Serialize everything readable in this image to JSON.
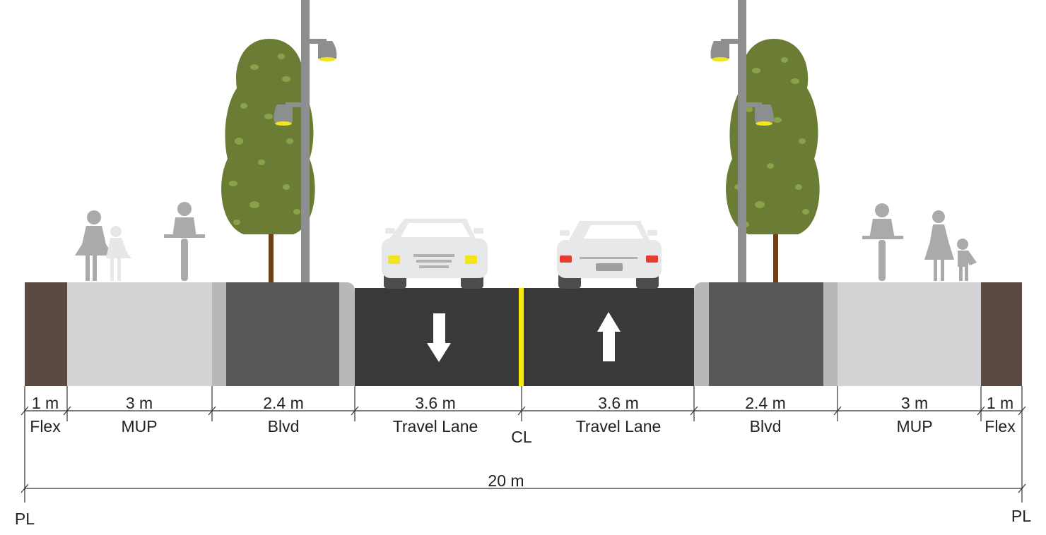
{
  "colors": {
    "flex": "#5a4a42",
    "mup": "#d2d3d5",
    "curb": "#b7b8ba",
    "blvd": "#58585a",
    "road": "#39393b",
    "centerline": "#f5ea14",
    "tree": "#6b7d35",
    "leaf": "#8aa24a",
    "trunk": "#6b3f1a",
    "pole": "#8c8e90",
    "lamp_glow": "#f2e51b",
    "person": "#a9aaac",
    "child": "#e6e7e8",
    "car": "#e7e8e9",
    "headlight": "#f2e51b",
    "taillight": "#e63b2e",
    "tire": "#4d4d4f"
  },
  "segments": [
    {
      "width": "1 m",
      "name": "Flex"
    },
    {
      "width": "3 m",
      "name": "MUP"
    },
    {
      "width": "2.4 m",
      "name": "Blvd"
    },
    {
      "width": "3.6 m",
      "name": "Travel Lane"
    },
    {
      "width": "3.6 m",
      "name": "Travel Lane"
    },
    {
      "width": "2.4 m",
      "name": "Blvd"
    },
    {
      "width": "3 m",
      "name": "MUP"
    },
    {
      "width": "1 m",
      "name": "Flex"
    }
  ],
  "centerline_label": "CL",
  "total_width": "20 m",
  "property_line_left": "PL",
  "property_line_right": "PL",
  "lane_arrows": [
    "arrow-down-icon",
    "arrow-up-icon"
  ]
}
